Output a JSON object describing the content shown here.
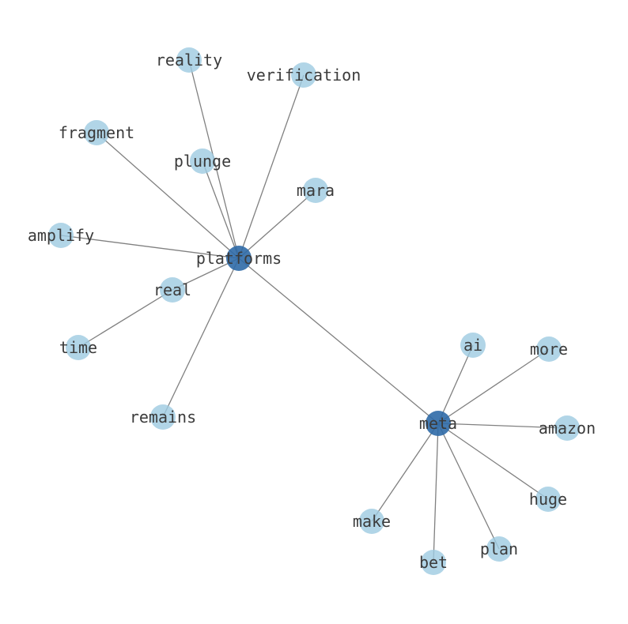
{
  "nodes": [
    {
      "id": "platforms",
      "hub": true
    },
    {
      "id": "meta",
      "hub": true
    },
    {
      "id": "reality"
    },
    {
      "id": "verification"
    },
    {
      "id": "fragment"
    },
    {
      "id": "plunge"
    },
    {
      "id": "mara"
    },
    {
      "id": "amplify"
    },
    {
      "id": "real"
    },
    {
      "id": "time"
    },
    {
      "id": "remains"
    },
    {
      "id": "ai"
    },
    {
      "id": "more"
    },
    {
      "id": "amazon"
    },
    {
      "id": "huge"
    },
    {
      "id": "plan"
    },
    {
      "id": "bet"
    },
    {
      "id": "make"
    }
  ],
  "edges": [
    [
      "platforms",
      "reality"
    ],
    [
      "platforms",
      "verification"
    ],
    [
      "platforms",
      "fragment"
    ],
    [
      "platforms",
      "plunge"
    ],
    [
      "platforms",
      "mara"
    ],
    [
      "platforms",
      "amplify"
    ],
    [
      "platforms",
      "real"
    ],
    [
      "real",
      "time"
    ],
    [
      "platforms",
      "remains"
    ],
    [
      "platforms",
      "meta"
    ],
    [
      "meta",
      "ai"
    ],
    [
      "meta",
      "more"
    ],
    [
      "meta",
      "amazon"
    ],
    [
      "meta",
      "huge"
    ],
    [
      "meta",
      "plan"
    ],
    [
      "meta",
      "bet"
    ],
    [
      "meta",
      "make"
    ]
  ]
}
